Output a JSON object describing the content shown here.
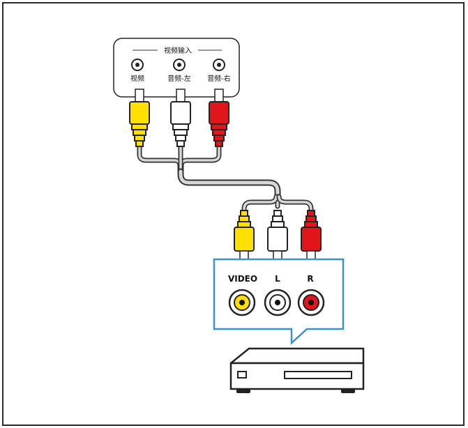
{
  "tv_panel": {
    "title": "视频输入",
    "jacks": [
      {
        "label": "视频",
        "color": "#ffffff"
      },
      {
        "label": "音频-左",
        "color": "#ffffff"
      },
      {
        "label": "音频-右",
        "color": "#ffffff"
      }
    ]
  },
  "device_panel": {
    "labels": {
      "video": "VIDEO",
      "left": "L",
      "right": "R"
    },
    "border_color": "#3a8fd0"
  },
  "plug_colors": {
    "yellow": "#ffe000",
    "white": "#ffffff",
    "red": "#e0161c"
  }
}
